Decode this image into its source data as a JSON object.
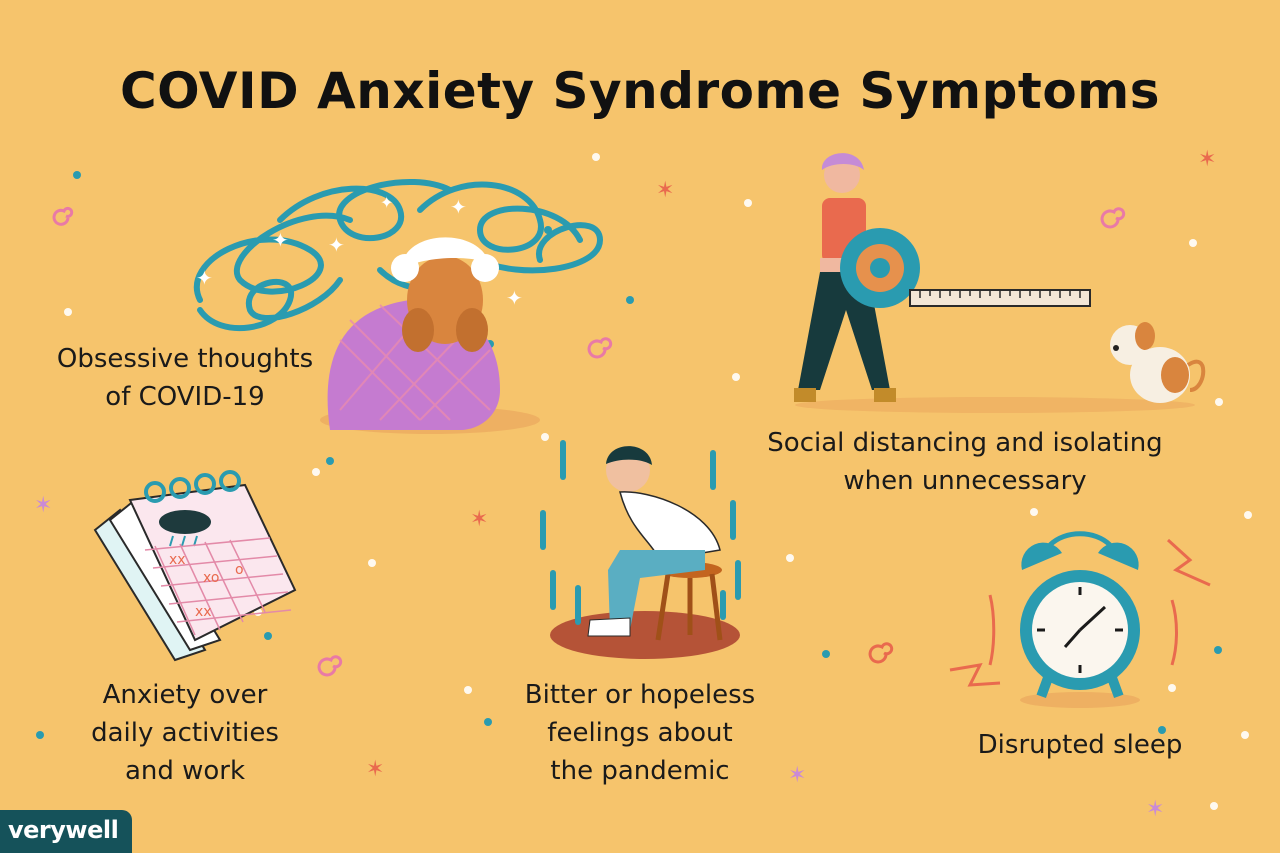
{
  "title": "COVID Anxiety Syndrome Symptoms",
  "symptoms": [
    {
      "lines": [
        "Obsessive thoughts",
        "of COVID-19"
      ],
      "icon": "tangled-thoughts-woman-icon"
    },
    {
      "lines": [
        "Social distancing and isolating",
        "when unnecessary"
      ],
      "icon": "measuring-tape-distance-icon"
    },
    {
      "lines": [
        "Anxiety over",
        "daily activities",
        "and work"
      ],
      "icon": "calendar-rain-cloud-icon"
    },
    {
      "lines": [
        "Bitter or hopeless",
        "feelings about",
        "the pandemic"
      ],
      "icon": "sad-man-in-rain-icon"
    },
    {
      "lines": [
        "Disrupted sleep"
      ],
      "icon": "alarm-clock-icon"
    }
  ],
  "brand": {
    "logo_text": "verywell",
    "color": "#15525a"
  },
  "colors": {
    "background": "#f6c46c",
    "accent_teal": "#2a9bb0",
    "accent_pink": "#e27aa6",
    "accent_coral": "#e96a4e"
  }
}
